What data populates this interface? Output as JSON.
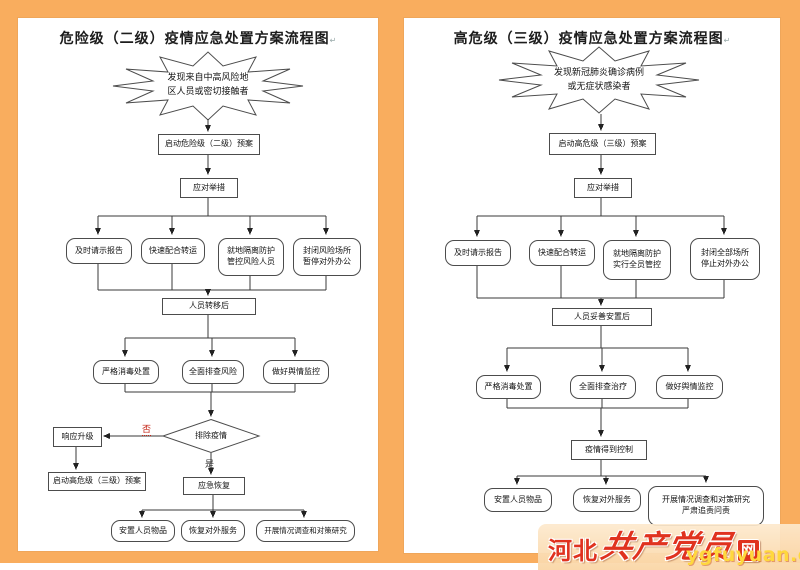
{
  "page": {
    "background_orange": "#f9ad5e",
    "paper_color": "#ffffff",
    "line_color": "#3a3a3a"
  },
  "left_chart": {
    "title": "危险级（二级）疫情应急处置方案流程图",
    "paragraph_mark": "↵",
    "trigger": "发现来自中高风险地区人员或密切接触者",
    "start": "启动危险级（二级）预案",
    "measures": "应对举措",
    "actions": [
      "及时请示报告",
      "快速配合转运",
      "就地隔离防护\n管控风险人员",
      "封闭风险场所\n暂停对外办公"
    ],
    "after_transfer": "人员转移后",
    "followups": [
      "严格消毒处置",
      "全面排查风险",
      "做好舆情监控"
    ],
    "decision": "排除疫情",
    "decision_no": "否",
    "decision_yes": "是",
    "escalate": "响应升级",
    "escalate_plan": "启动高危级（三级）预案",
    "recovery": "应急恢复",
    "finals": [
      "安置人员物品",
      "恢复对外服务",
      "开展情况调查和对策研究"
    ]
  },
  "right_chart": {
    "title": "高危级（三级）疫情应急处置方案流程图",
    "paragraph_mark": "↵",
    "trigger": "发现新冠肺炎确诊病例或无症状感染者",
    "start": "启动高危级（三级）预案",
    "measures": "应对举措",
    "actions": [
      "及时请示报告",
      "快速配合转运",
      "就地隔离防护\n实行全员管控",
      "封闭全部场所\n停止对外办公"
    ],
    "after_transfer": "人员妥善安置后",
    "followups": [
      "严格消毒处置",
      "全面排查治疗",
      "做好舆情监控"
    ],
    "controlled": "疫情得到控制",
    "finals": [
      "安置人员物品",
      "恢复对外服务",
      "开展情况调查和对策研究\n严肃追责问责"
    ]
  },
  "watermark": {
    "region": "河北",
    "name": "共产党员",
    "suffix": "网",
    "url": "ygfuyuan.com",
    "red": "#e0321f",
    "yellow": "#ffd83d"
  }
}
